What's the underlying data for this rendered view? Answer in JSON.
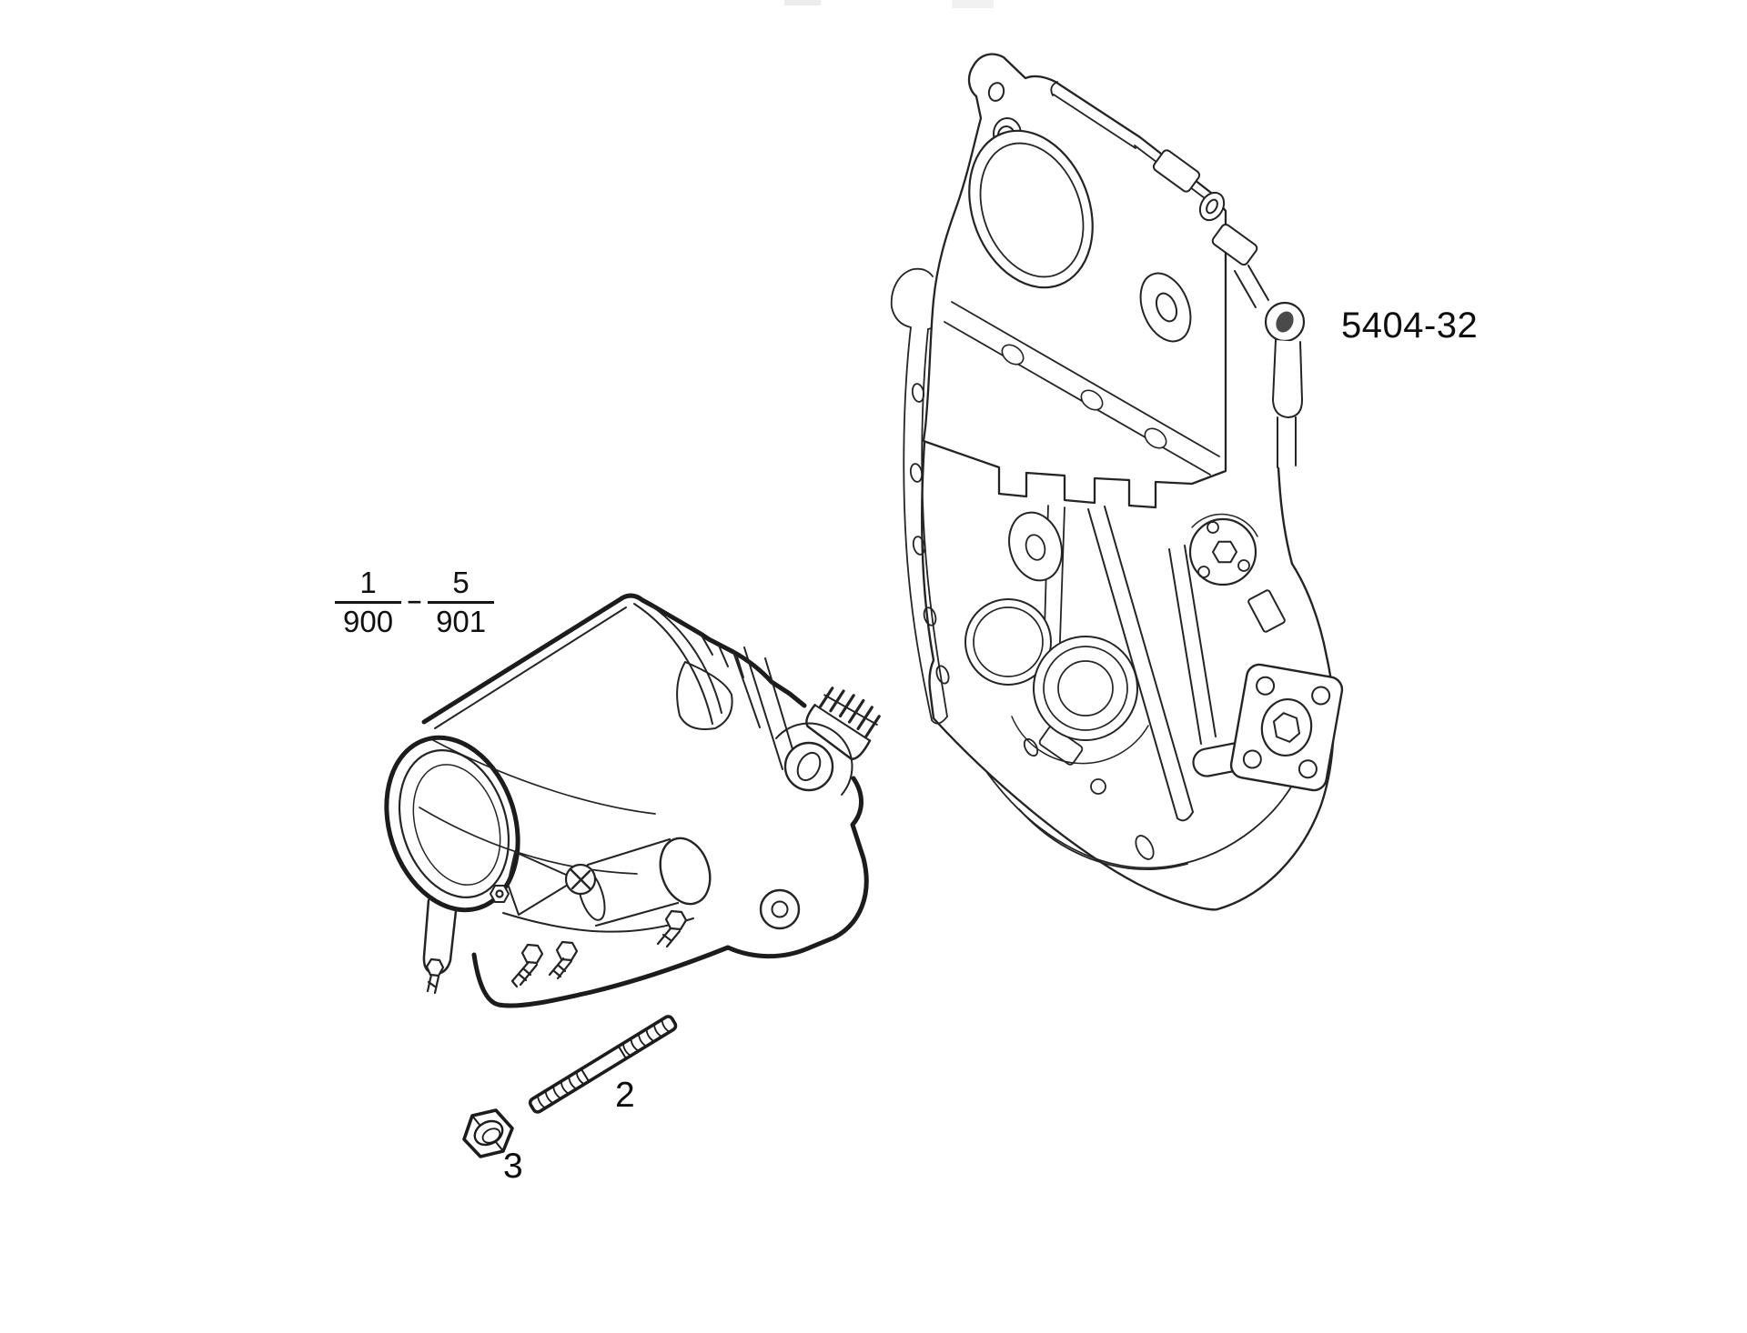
{
  "colors": {
    "background": "#ffffff",
    "ink": "#1e1e1e"
  },
  "figure_label": {
    "code": "5404-32"
  },
  "applicability": {
    "left_fraction": {
      "numerator": "1",
      "denominator": "900"
    },
    "separator": "-",
    "right_fraction": {
      "numerator": "5",
      "denominator": "901"
    }
  },
  "callouts": [
    {
      "number": "2"
    },
    {
      "number": "3"
    }
  ]
}
